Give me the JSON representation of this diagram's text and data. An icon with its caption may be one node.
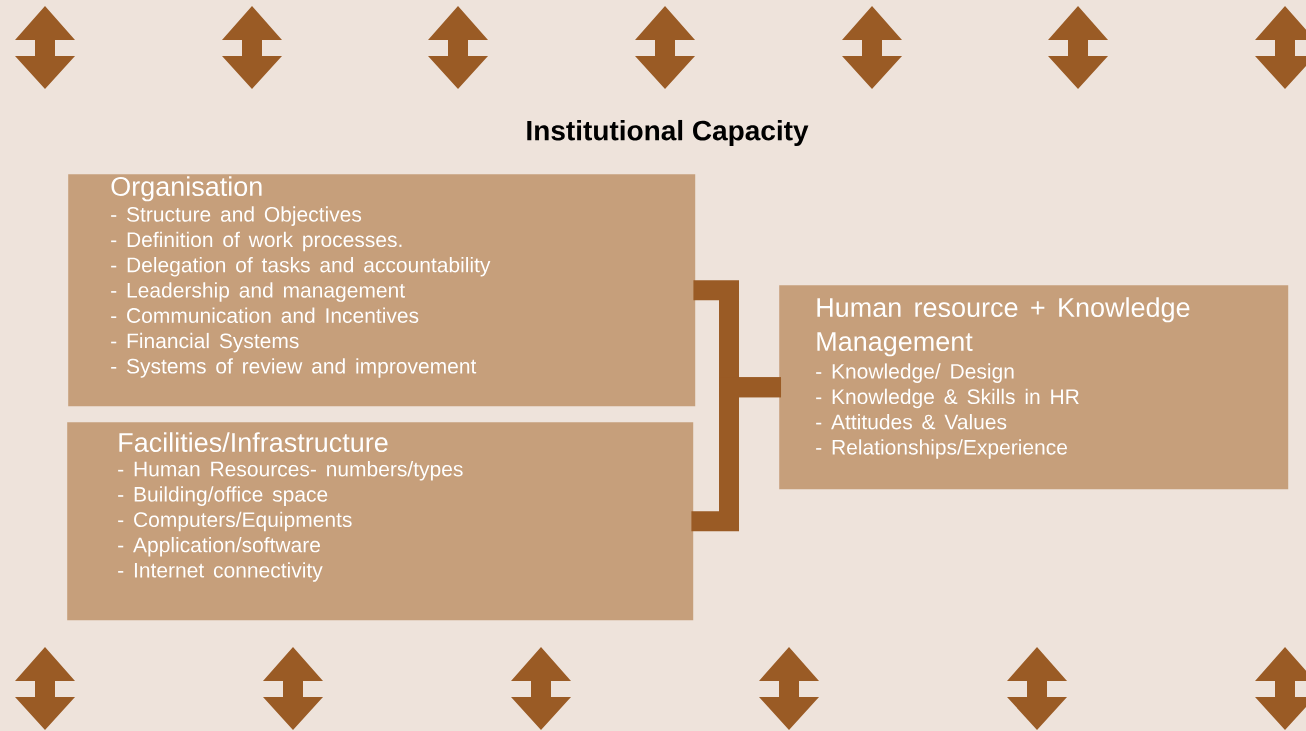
{
  "diagram": {
    "title": "Institutional Capacity",
    "nodes": [
      {
        "text": [
          "Organisation",
          "- Structure and Objectives",
          "- Definition of work processes.",
          "- Delegation of tasks and accountability",
          "- Leadership and management",
          "- Communication and Incentives",
          "- Financial Systems",
          "- Systems of review and improvement"
        ]
      },
      {
        "text": [
          "Facilities/Infrastructure",
          "- Human Resources- numbers/types",
          "- Building/office space",
          "- Computers/Equipments",
          "- Application/software",
          "- Internet connectivity"
        ]
      },
      {
        "text": [
          "Human resource + Knowledge Management",
          "- Knowledge/ Design",
          "- Knowledge & Skills in HR",
          "- Attitudes & Values",
          "- Relationships/Experience"
        ]
      }
    ],
    "edges": [
      {
        "from": 0,
        "to": 2,
        "arrow": "none"
      },
      {
        "from": 1,
        "to": 2,
        "arrow": "none"
      }
    ]
  }
}
